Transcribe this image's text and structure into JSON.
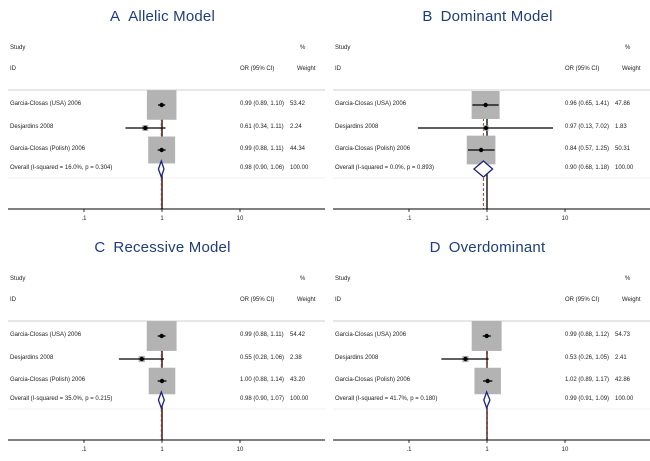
{
  "header": {
    "study": "Study",
    "id": "ID",
    "or_label": "OR (95% CI)",
    "pct": "%",
    "weight": "Weight"
  },
  "axis_ticks": [
    {
      "value": 0.1,
      "label": ".1"
    },
    {
      "value": 1,
      "label": "1"
    },
    {
      "value": 10,
      "label": "10"
    }
  ],
  "chart_data": [
    {
      "type": "forest",
      "letter": "A",
      "title": "Allelic Model",
      "xscale": "log",
      "xlim": [
        0.01,
        100
      ],
      "studies": [
        {
          "id": "Garcia-Closas (USA) 2006",
          "or": 0.99,
          "lo": 0.89,
          "hi": 1.1,
          "or_text": "0.99 (0.89, 1.10)",
          "weight": 53.42,
          "weight_text": "53.42"
        },
        {
          "id": "Desjardins 2008",
          "or": 0.61,
          "lo": 0.34,
          "hi": 1.11,
          "or_text": "0.61 (0.34, 1.11)",
          "weight": 2.24,
          "weight_text": "2.24"
        },
        {
          "id": "Garcia-Closas (Polish) 2006",
          "or": 0.99,
          "lo": 0.88,
          "hi": 1.11,
          "or_text": "0.99 (0.88, 1.11)",
          "weight": 44.34,
          "weight_text": "44.34"
        }
      ],
      "overall": {
        "label": "Overall  (I-squared = 16.0%, p = 0.304)",
        "or": 0.98,
        "lo": 0.9,
        "hi": 1.06,
        "or_text": "0.98 (0.90, 1.06)",
        "weight_text": "100.00"
      }
    },
    {
      "type": "forest",
      "letter": "B",
      "title": "Dominant Model",
      "xscale": "log",
      "xlim": [
        0.01,
        100
      ],
      "studies": [
        {
          "id": "Garcia-Closas (USA) 2006",
          "or": 0.96,
          "lo": 0.65,
          "hi": 1.41,
          "or_text": "0.96 (0.65, 1.41)",
          "weight": 47.86,
          "weight_text": "47.86"
        },
        {
          "id": "Desjardins 2008",
          "or": 0.97,
          "lo": 0.13,
          "hi": 7.02,
          "or_text": "0.97 (0.13, 7.02)",
          "weight": 1.83,
          "weight_text": "1.83"
        },
        {
          "id": "Garcia-Closas (Polish) 2006",
          "or": 0.84,
          "lo": 0.57,
          "hi": 1.25,
          "or_text": "0.84 (0.57, 1.25)",
          "weight": 50.31,
          "weight_text": "50.31"
        }
      ],
      "overall": {
        "label": "Overall  (I-squared = 0.0%, p = 0.893)",
        "or": 0.9,
        "lo": 0.68,
        "hi": 1.18,
        "or_text": "0.90 (0.68, 1.18)",
        "weight_text": "100.00"
      }
    },
    {
      "type": "forest",
      "letter": "C",
      "title": "Recessive Model",
      "xscale": "log",
      "xlim": [
        0.01,
        100
      ],
      "studies": [
        {
          "id": "Garcia-Closas (USA) 2006",
          "or": 0.99,
          "lo": 0.88,
          "hi": 1.11,
          "or_text": "0.99 (0.88, 1.11)",
          "weight": 54.42,
          "weight_text": "54.42"
        },
        {
          "id": "Desjardins 2008",
          "or": 0.55,
          "lo": 0.28,
          "hi": 1.06,
          "or_text": "0.55 (0.28, 1.06)",
          "weight": 2.38,
          "weight_text": "2.38"
        },
        {
          "id": "Garcia-Closas (Polish) 2006",
          "or": 1.0,
          "lo": 0.88,
          "hi": 1.14,
          "or_text": "1.00 (0.88, 1.14)",
          "weight": 43.2,
          "weight_text": "43.20"
        }
      ],
      "overall": {
        "label": "Overall  (I-squared = 35.0%, p = 0.215)",
        "or": 0.98,
        "lo": 0.9,
        "hi": 1.07,
        "or_text": "0.98 (0.90, 1.07)",
        "weight_text": "100.00"
      }
    },
    {
      "type": "forest",
      "letter": "D",
      "title": "Overdominant",
      "xscale": "log",
      "xlim": [
        0.01,
        100
      ],
      "studies": [
        {
          "id": "Garcia-Closas (USA) 2006",
          "or": 0.99,
          "lo": 0.88,
          "hi": 1.12,
          "or_text": "0.99 (0.88, 1.12)",
          "weight": 54.73,
          "weight_text": "54.73"
        },
        {
          "id": "Desjardins 2008",
          "or": 0.53,
          "lo": 0.26,
          "hi": 1.05,
          "or_text": "0.53 (0.26, 1.05)",
          "weight": 2.41,
          "weight_text": "2.41"
        },
        {
          "id": "Garcia-Closas (Polish) 2006",
          "or": 1.02,
          "lo": 0.89,
          "hi": 1.17,
          "or_text": "1.02 (0.89, 1.17)",
          "weight": 42.86,
          "weight_text": "42.86"
        }
      ],
      "overall": {
        "label": "Overall  (I-squared = 41.7%, p = 0.180)",
        "or": 0.99,
        "lo": 0.91,
        "hi": 1.09,
        "or_text": "0.99 (0.91, 1.09)",
        "weight_text": "100.00"
      }
    }
  ],
  "colors": {
    "title": "#1f3d7a",
    "box": "#b3b3b3",
    "diamond": "#1a237e",
    "overall_line": "#c0392b",
    "axis": "#000000"
  }
}
